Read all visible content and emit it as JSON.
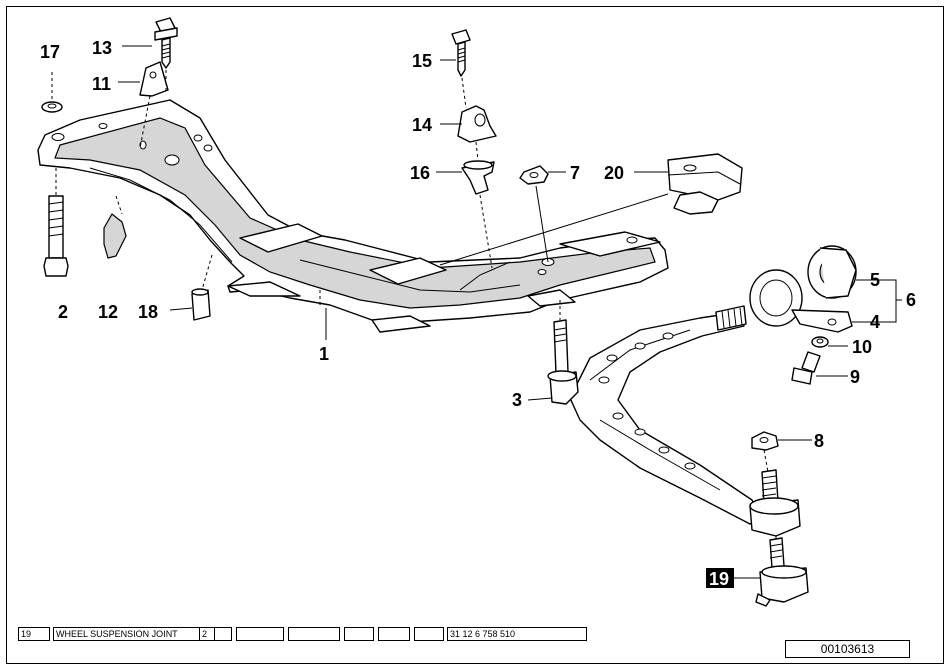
{
  "callouts": [
    "1",
    "2",
    "3",
    "4",
    "5",
    "6",
    "7",
    "8",
    "9",
    "10",
    "11",
    "12",
    "13",
    "14",
    "15",
    "16",
    "17",
    "18",
    "19",
    "20"
  ],
  "info_bar": {
    "cells": [
      "19",
      "WHEEL SUSPENSION JOINT",
      "2",
      "",
      "",
      "",
      "",
      "",
      "31 12 6 758 510"
    ]
  },
  "document_number": "00103613"
}
